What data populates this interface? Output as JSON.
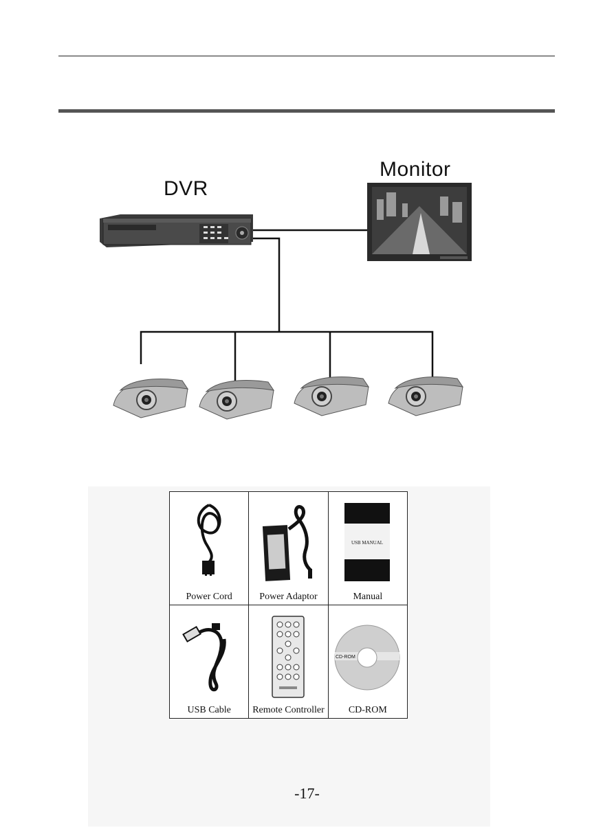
{
  "diagram": {
    "dvr_label": "DVR",
    "monitor_label": "Monitor"
  },
  "accessories": {
    "items": [
      {
        "label": "Power Cord",
        "icon": "power-cord-icon"
      },
      {
        "label": "Power Adaptor",
        "icon": "power-adaptor-icon"
      },
      {
        "label": "Manual",
        "icon": "manual-icon",
        "cover_text": "USB MANUAL"
      },
      {
        "label": "USB Cable",
        "icon": "usb-cable-icon"
      },
      {
        "label": "Remote Controller",
        "icon": "remote-controller-icon"
      },
      {
        "label": "CD-ROM",
        "icon": "cd-rom-icon",
        "disc_text": "CD-ROM"
      }
    ]
  },
  "footer": {
    "page_number": "-17-"
  }
}
